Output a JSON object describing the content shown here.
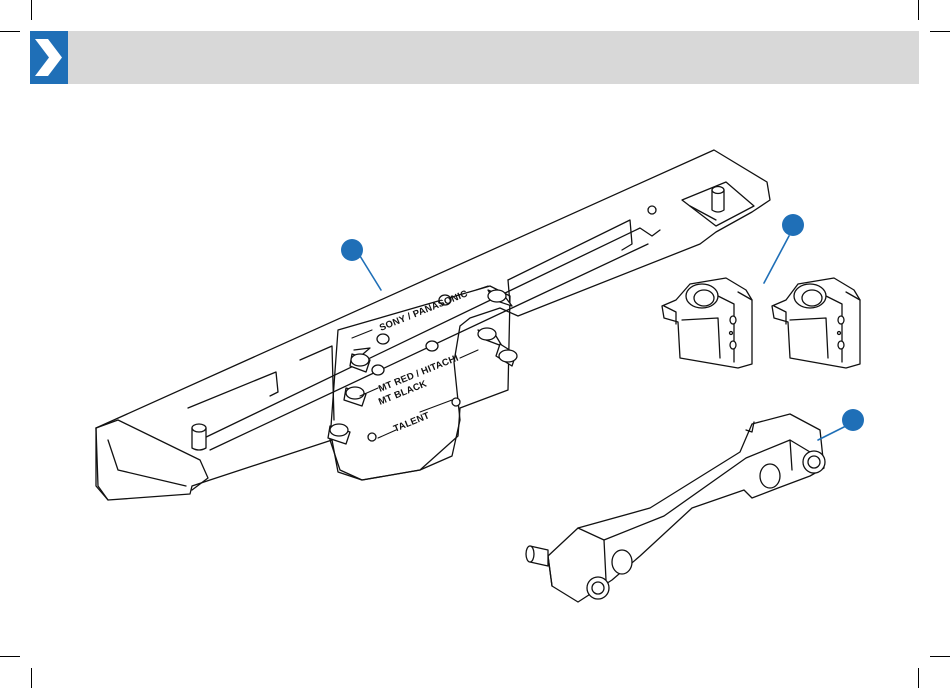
{
  "header": {
    "title": "",
    "accent_color": "#1f6fb7",
    "bar_color": "#d8d8d8"
  },
  "labels": {
    "sony": "SONY / PANASONIC",
    "mt_red": "MT RED / HITACHI",
    "mt_black": "MT BLACK",
    "talent": "TALENT"
  },
  "callouts": {
    "count": 3,
    "color": "#1f6fb7"
  }
}
